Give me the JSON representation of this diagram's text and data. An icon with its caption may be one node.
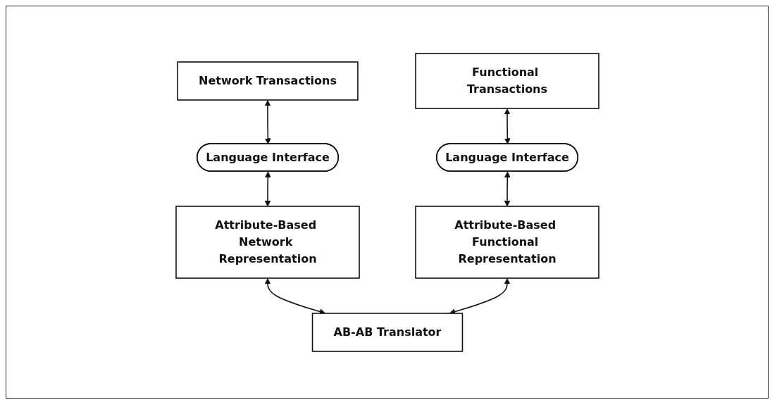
{
  "diagram": {
    "nodes": [
      {
        "text": [
          "Network Transactions"
        ]
      },
      {
        "text": [
          "Language Interface"
        ]
      },
      {
        "text": [
          "Attribute-Based Network Representation"
        ]
      },
      {
        "text": [
          "Functional Transactions"
        ]
      },
      {
        "text": [
          "Language Interface"
        ]
      },
      {
        "text": [
          "Attribute-Based Functional Representation"
        ]
      },
      {
        "text": [
          "AB-AB Translator"
        ]
      }
    ],
    "edges": [
      {
        "from": 0,
        "to": 1,
        "arrow": "both"
      },
      {
        "from": 1,
        "to": 2,
        "arrow": "both"
      },
      {
        "from": 3,
        "to": 4,
        "arrow": "both"
      },
      {
        "from": 4,
        "to": 5,
        "arrow": "both"
      },
      {
        "from": 2,
        "to": 6,
        "arrow": "both"
      },
      {
        "from": 5,
        "to": 6,
        "arrow": "both"
      }
    ]
  }
}
